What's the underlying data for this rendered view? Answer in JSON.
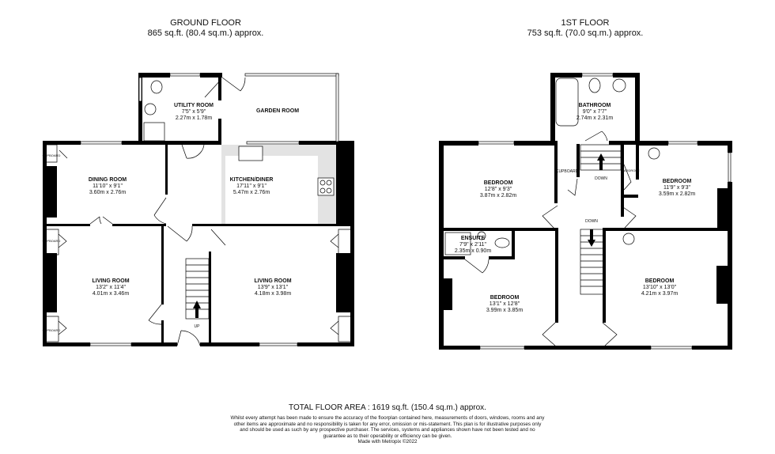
{
  "ground_floor": {
    "title": "GROUND FLOOR",
    "area": "865 sq.ft. (80.4 sq.m.) approx.",
    "rooms": [
      {
        "name": "UTILITY ROOM",
        "imperial": "7'5\"  x 5'9\"",
        "metric": "2.27m  x 1.78m"
      },
      {
        "name": "GARDEN ROOM",
        "imperial": "",
        "metric": ""
      },
      {
        "name": "DINING ROOM",
        "imperial": "11'10\"  x 9'1\"",
        "metric": "3.60m  x 2.76m"
      },
      {
        "name": "KITCHEN/DINER",
        "imperial": "17'11\"  x 9'1\"",
        "metric": "5.47m  x 2.76m"
      },
      {
        "name": "LIVING ROOM",
        "imperial": "13'2\"  x 11'4\"",
        "metric": "4.01m  x 3.46m"
      },
      {
        "name": "LIVING ROOM",
        "imperial": "13'9\"  x 13'1\"",
        "metric": "4.18m  x 3.98m"
      }
    ],
    "stairs_label": "UP",
    "cupboard_label": "CUPBOARD"
  },
  "first_floor": {
    "title": "1ST FLOOR",
    "area": "753 sq.ft. (70.0 sq.m.) approx.",
    "rooms": [
      {
        "name": "BATHROOM",
        "imperial": "9'0\"  x 7'7\"",
        "metric": "2.74m  x 2.31m"
      },
      {
        "name": "BEDROOM",
        "imperial": "12'8\"  x 9'3\"",
        "metric": "3.87m  x 2.82m"
      },
      {
        "name": "BEDROOM",
        "imperial": "11'9\"  x 9'3\"",
        "metric": "3.59m  x 2.82m"
      },
      {
        "name": "ENSUITE",
        "imperial": "7'9\"  x 2'11\"",
        "metric": "2.35m  x 0.90m"
      },
      {
        "name": "BEDROOM",
        "imperial": "13'1\"  x 12'8\"",
        "metric": "3.99m  x 3.85m"
      },
      {
        "name": "BEDROOM",
        "imperial": "13'10\"  x 13'0\"",
        "metric": "4.21m  x 3.97m"
      }
    ],
    "stairs_labels": [
      "DOWN",
      "DOWN"
    ],
    "cupboard_label": "CUPBOARD",
    "wardrobe_label": "WARDROBE"
  },
  "footer": {
    "total": "TOTAL FLOOR AREA : 1619 sq.ft. (150.4 sq.m.) approx.",
    "disclaimer": "Whilst every attempt has been made to ensure the accuracy of the floorplan contained here, measurements of doors, windows, rooms and any other items are approximate and no responsibility is taken for any error, omission or mis-statement. This plan is for illustrative purposes only and should be used as such by any prospective purchaser. The services, systems and appliances shown have not been tested and no guarantee as to their operability or efficiency can be given.",
    "credit": "Made with Metropix ©2022"
  },
  "colors": {
    "walls": "#000000",
    "worktop": "#e3e3e3",
    "window": "#ffffff"
  }
}
